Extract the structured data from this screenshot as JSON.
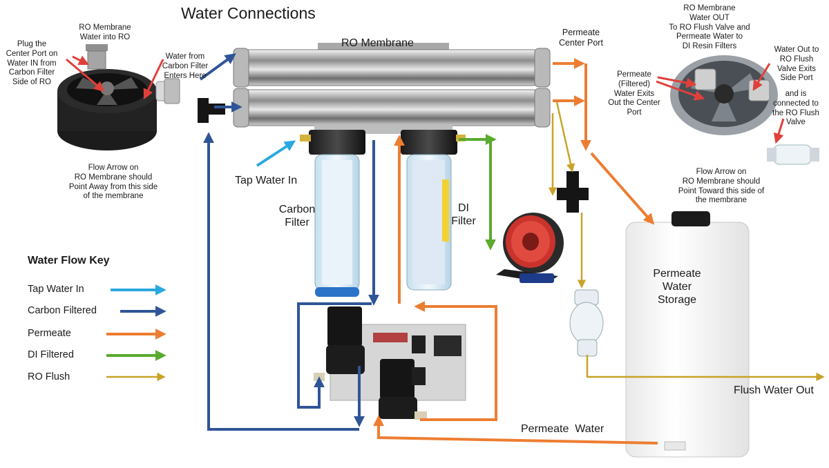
{
  "title": "Water Connections",
  "labels": {
    "ro_membrane": "RO Membrane",
    "plug_center_port": "Plug the\nCenter Port on\nWater IN from\nCarbon Filter\nSide of RO",
    "ro_membrane_water_in": "RO Membrane\nWater into RO",
    "carbon_filter_enters": "Water from\nCarbon Filter\nEnters Here",
    "flow_arrow_away": "Flow Arrow on\nRO Membrane should\nPoint Away from this side\nof the membrane",
    "tap_water_in": "Tap Water In",
    "carbon_filter": "Carbon\nFilter",
    "di_filter": "DI\nFilter",
    "permeate_center_port": "Permeate\nCenter Port",
    "ro_membrane_water_out": "RO Membrane\nWater OUT\nTo RO Flush Valve and\nPermeate Water to\nDI Resin Filters",
    "permeate_exits_center": "Permeate\n(Filtered)\nWater Exits\nOut the Center\nPort",
    "flush_side_port": "Water Out to\nRO Flush\nValve Exits\nSide Port",
    "connected_flush_valve": "and is\nconnected to\nthe RO Flush\nValve",
    "flow_arrow_toward": "Flow Arrow on\nRO Membrane should\nPoint Toward this side of\nthe membrane",
    "permeate_water_storage": "Permeate\nWater\nStorage",
    "flush_water_out": "Flush Water Out",
    "permeate_water": "Permeate  Water"
  },
  "legend": {
    "title": "Water Flow Key",
    "items": [
      {
        "label": "Tap Water In",
        "color": "#29a9e0"
      },
      {
        "label": "Carbon Filtered",
        "color": "#2f5597"
      },
      {
        "label": "Permeate",
        "color": "#ed7d31"
      },
      {
        "label": "DI Filtered",
        "color": "#5aaa2e"
      },
      {
        "label": "RO Flush",
        "color": "#c9a227"
      }
    ]
  },
  "colors": {
    "tap_water": "#29a9e0",
    "carbon_filtered": "#2f5597",
    "permeate": "#ed7d31",
    "di_filtered": "#5aaa2e",
    "ro_flush": "#c9a227",
    "pointer_red": "#e0403a"
  }
}
